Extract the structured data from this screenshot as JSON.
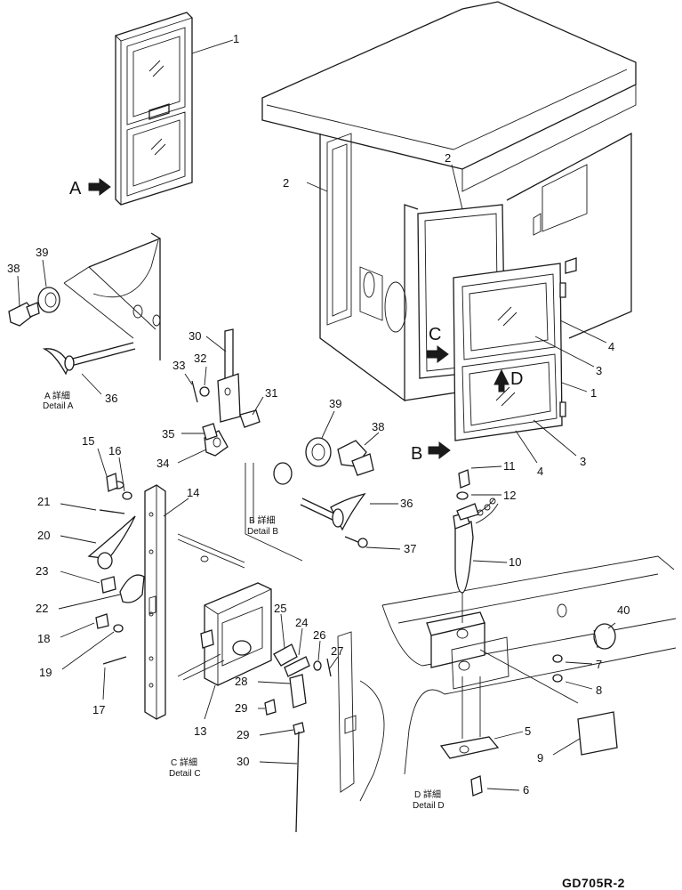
{
  "drawing_code": "GD705R-2",
  "arrow_labels": {
    "A": "A",
    "B": "B",
    "C": "C",
    "D": "D"
  },
  "details": {
    "A": {
      "jp": "A 詳細",
      "en": "Detail A"
    },
    "B": {
      "jp": "B 詳細",
      "en": "Detail B"
    },
    "C": {
      "jp": "C 詳細",
      "en": "Detail C"
    },
    "D": {
      "jp": "D 詳細",
      "en": "Detail D"
    }
  },
  "callouts": {
    "window_1": "1",
    "cab_2a": "2",
    "cab_2b": "2",
    "door_1": "1",
    "door_3a": "3",
    "door_3b": "3",
    "door_4a": "4",
    "door_4b": "4",
    "d5": "5",
    "d6": "6",
    "d7": "7",
    "d8": "8",
    "d9": "9",
    "d10": "10",
    "d11": "11",
    "d12": "12",
    "d40": "40",
    "a36": "36",
    "a38": "38",
    "a39": "39",
    "b30": "30",
    "b31": "31",
    "b32": "32",
    "b33": "33",
    "b34": "34",
    "b35": "35",
    "b36": "36",
    "b37": "37",
    "b38": "38",
    "b39": "39",
    "c13": "13",
    "c14": "14",
    "c15": "15",
    "c16": "16",
    "c17": "17",
    "c18": "18",
    "c19": "19",
    "c20": "20",
    "c21": "21",
    "c22": "22",
    "c23": "23",
    "c24": "24",
    "c25": "25",
    "c26": "26",
    "c27": "27",
    "c28": "28",
    "c29a": "29",
    "c29b": "29",
    "c30": "30"
  }
}
